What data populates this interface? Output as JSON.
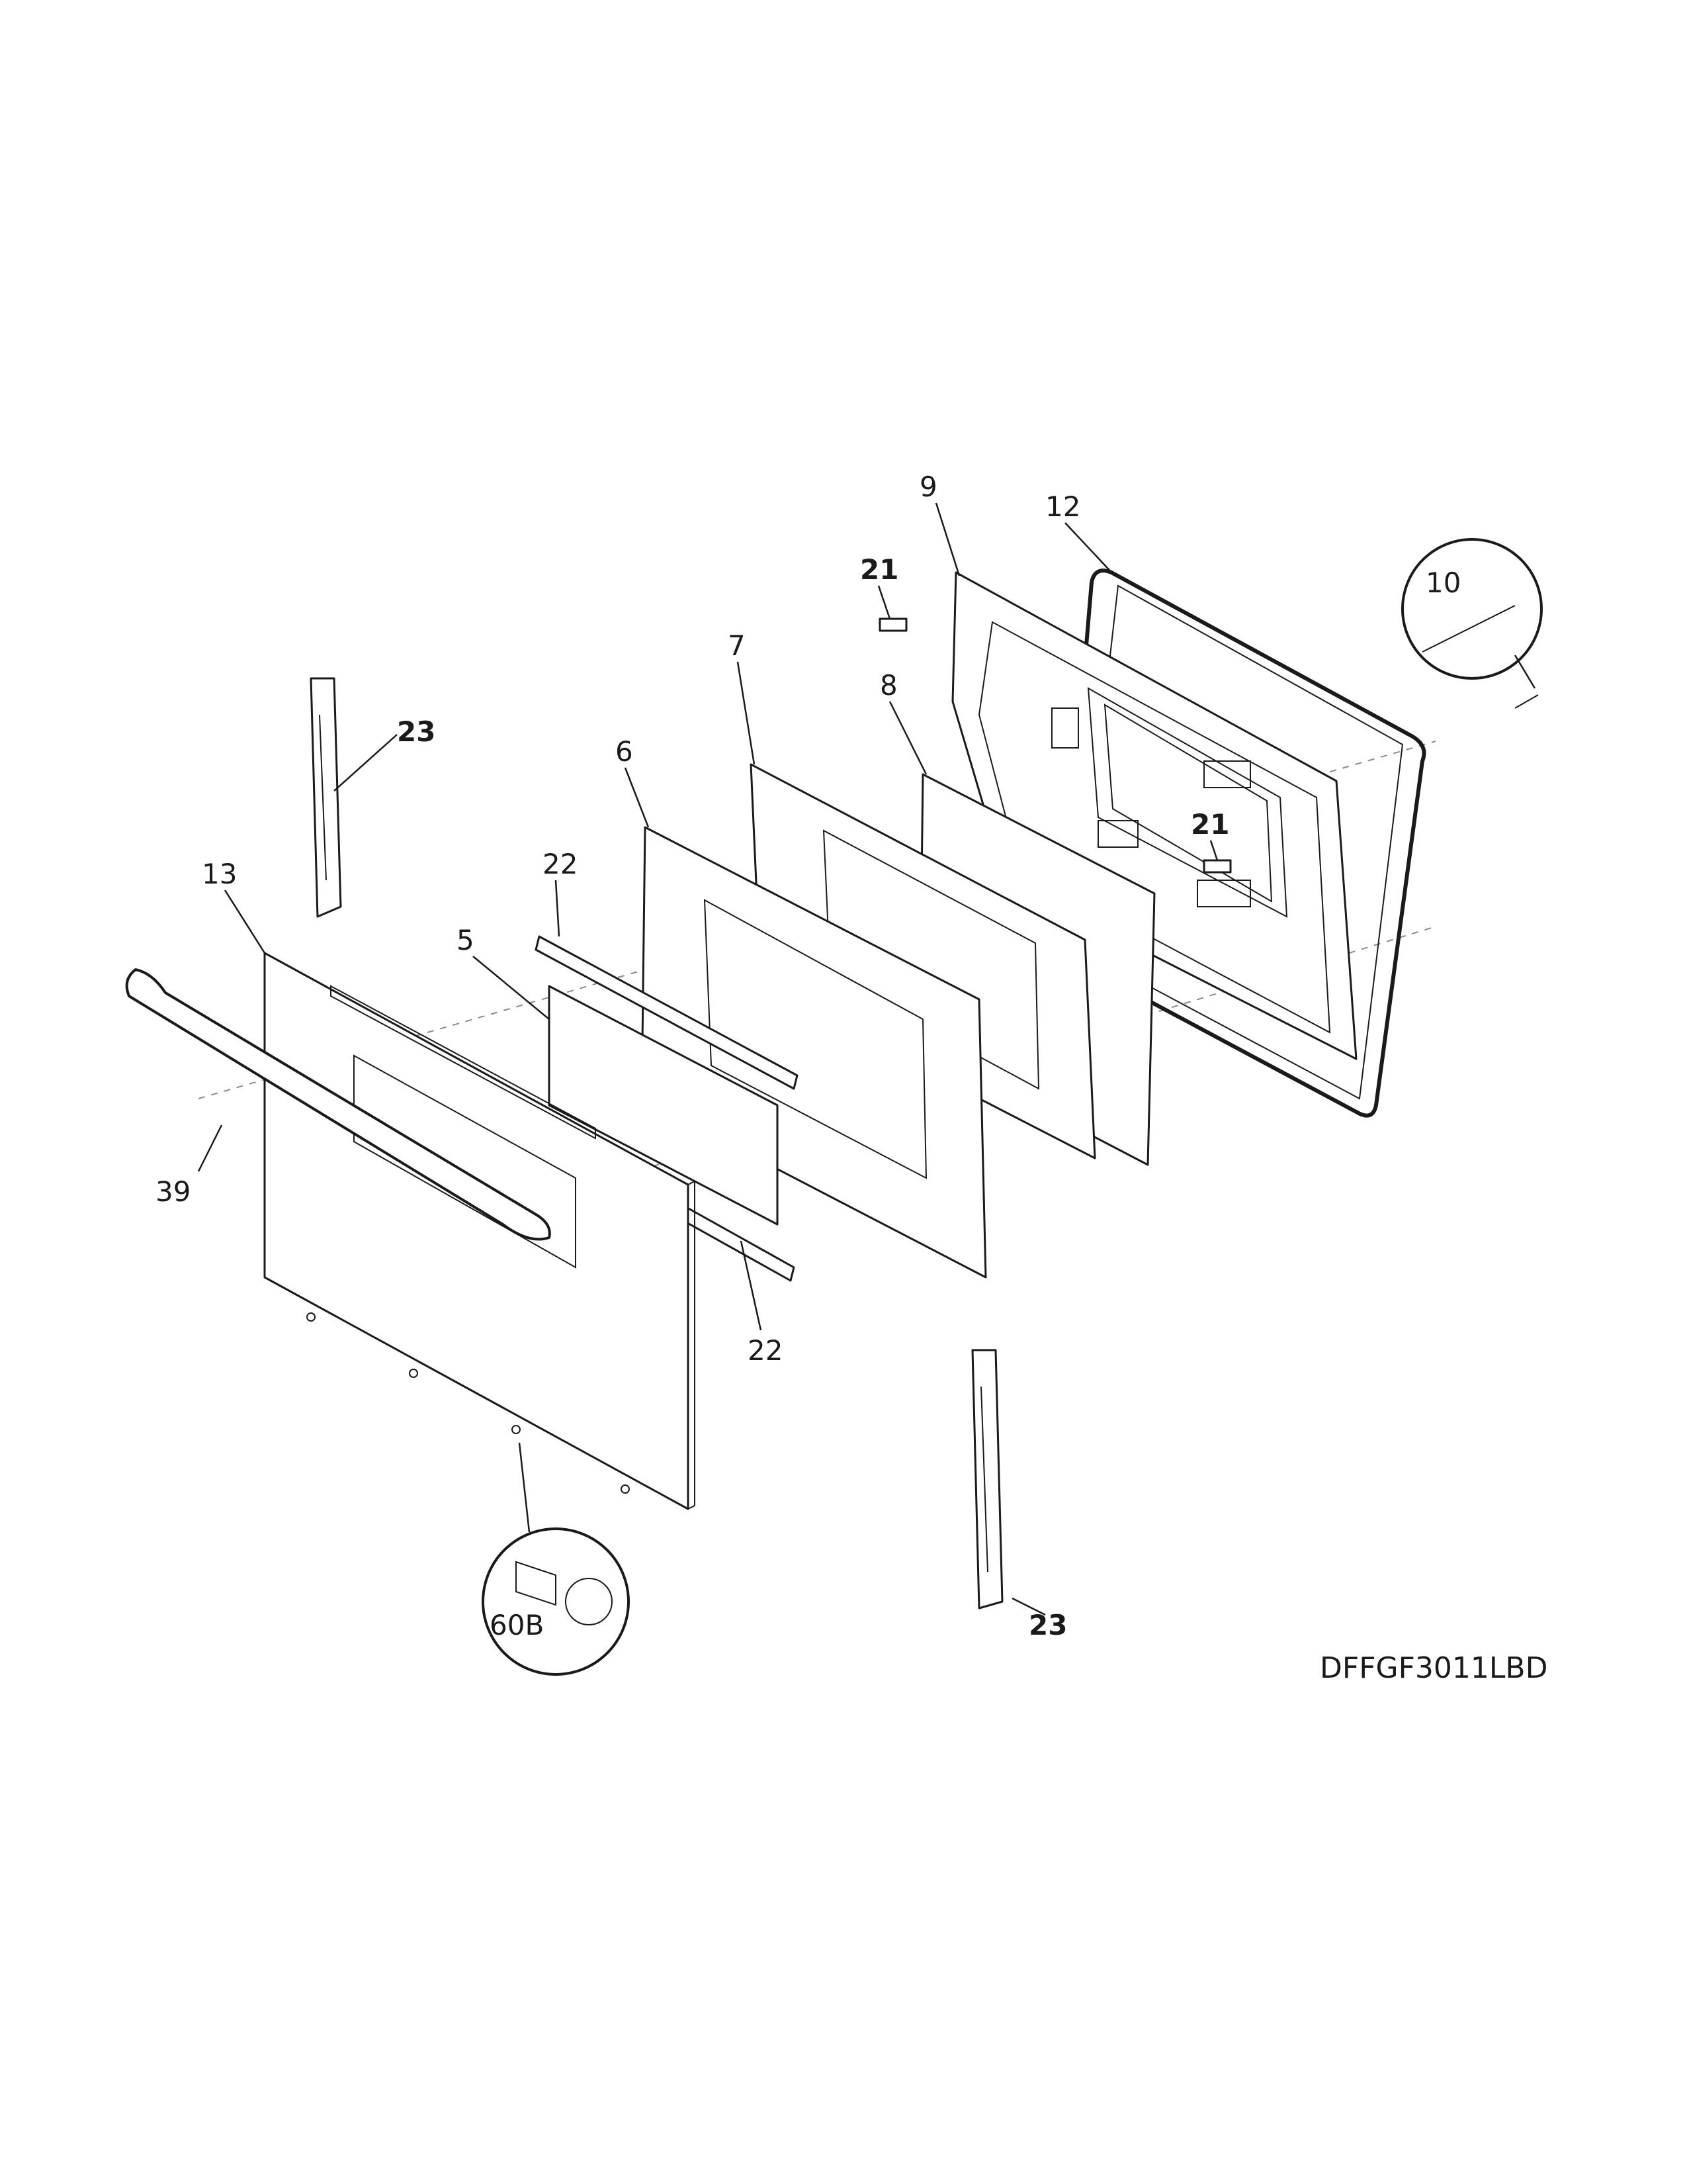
{
  "diagram": {
    "model_code": "DFFGF3011LBD",
    "callouts": {
      "c9": "9",
      "c12": "12",
      "c21_top": "21",
      "c10": "10",
      "c7": "7",
      "c8": "8",
      "c23_top": "23",
      "c6": "6",
      "c21_mid": "21",
      "c13": "13",
      "c22_top": "22",
      "c5": "5",
      "c39": "39",
      "c22_bottom": "22",
      "c23_bottom": "23",
      "c60b": "60B"
    }
  }
}
